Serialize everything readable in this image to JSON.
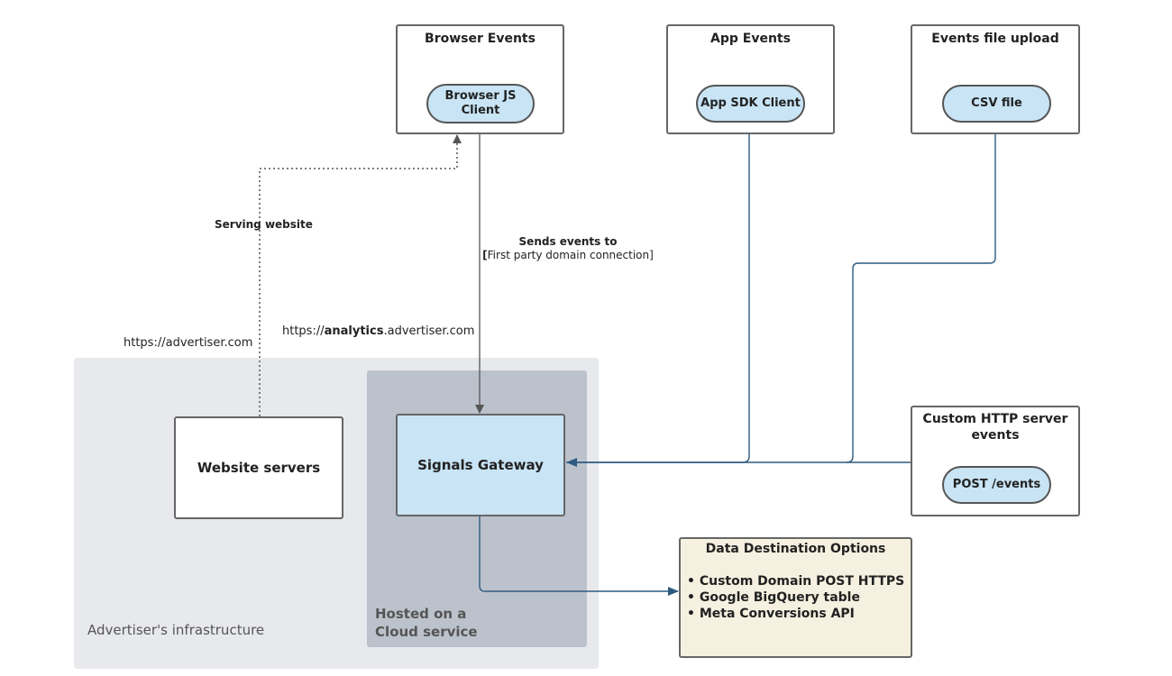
{
  "zones": {
    "infrastructure": "Advertiser's infrastructure",
    "cloud_line1": "Hosted on a",
    "cloud_line2": "Cloud service"
  },
  "sources": {
    "browser": {
      "title": "Browser Events",
      "client_line1": "Browser JS",
      "client_line2": "Client"
    },
    "app": {
      "title": "App Events",
      "client": "App SDK Client"
    },
    "file": {
      "title": "Events file upload",
      "client": "CSV file"
    },
    "http": {
      "title_line1": "Custom HTTP server",
      "title_line2": "events",
      "client": "POST /events"
    }
  },
  "nodes": {
    "website_servers": "Website servers",
    "signals_gateway": "Signals Gateway"
  },
  "destination": {
    "title": "Data Destination Options",
    "items": [
      "Custom Domain POST HTTPS",
      "Google BigQuery table",
      "Meta Conversions API"
    ]
  },
  "edges": {
    "serving": "Serving website",
    "sends_line1": "Sends events to",
    "sends_line2_bracket": "[",
    "sends_line2_rest": "First party domain connection]",
    "advertiser_url": "https://advertiser.com",
    "analytics_prefix": "https://",
    "analytics_bold": "analytics",
    "analytics_suffix": ".advertiser.com"
  },
  "colors": {
    "gateway_fill": "#c8e4f5",
    "destination_fill": "#f5f0e0",
    "infra_fill": "#e8e9ed",
    "cloud_fill": "#bcc2cc",
    "connector_blue": "#2e5a80"
  }
}
